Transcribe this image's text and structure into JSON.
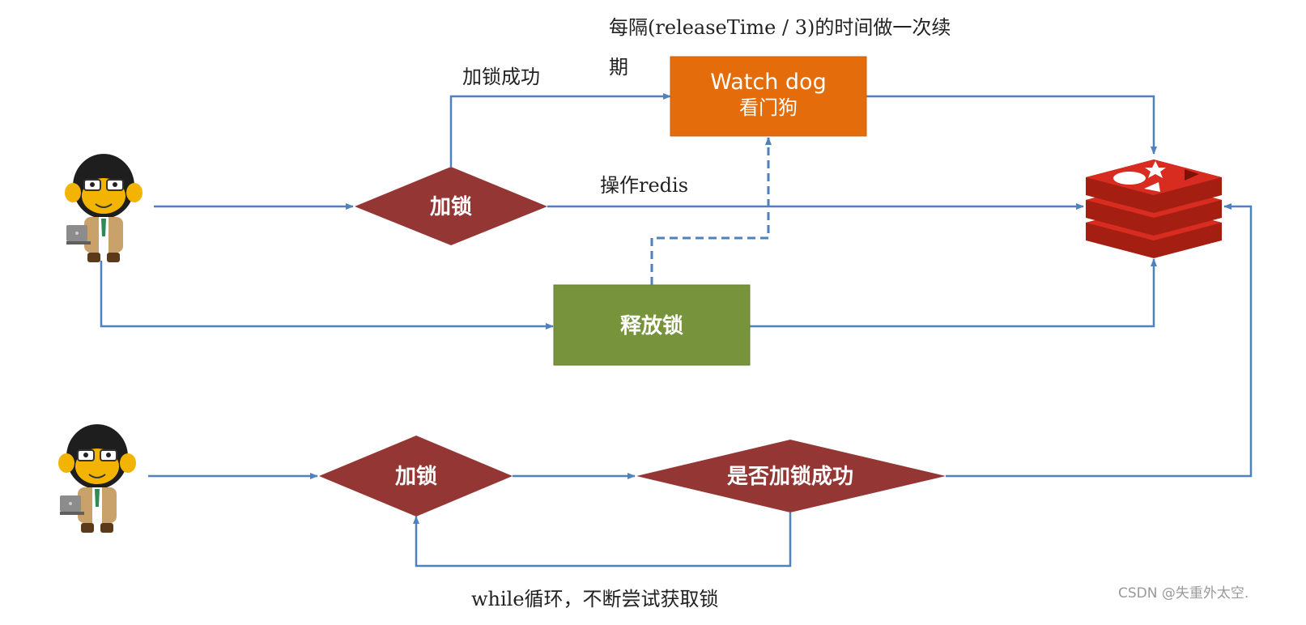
{
  "colors": {
    "arrow": "#4f81bd",
    "diamond": "#943634",
    "watchdog": "#e46c0a",
    "release": "#77933c",
    "redis": "#d82c20"
  },
  "notes": {
    "renewal_line1": "每隔(releaseTime / 3)的时间做一次续",
    "renewal_line2": "期",
    "lock_success": "加锁成功",
    "operate_redis": "操作redis",
    "while_loop": "while循环，不断尝试获取锁"
  },
  "nodes": {
    "watchdog_title": "Watch dog",
    "watchdog_sub": "看门狗",
    "lock_top": "加锁",
    "release_lock": "释放锁",
    "lock_bottom": "加锁",
    "check_success": "是否加锁成功"
  },
  "icons": {
    "client_top": "monkey-developer-icon",
    "client_bottom": "monkey-developer-icon",
    "redis": "redis-logo-icon"
  },
  "watermark": "CSDN @失重外太空."
}
